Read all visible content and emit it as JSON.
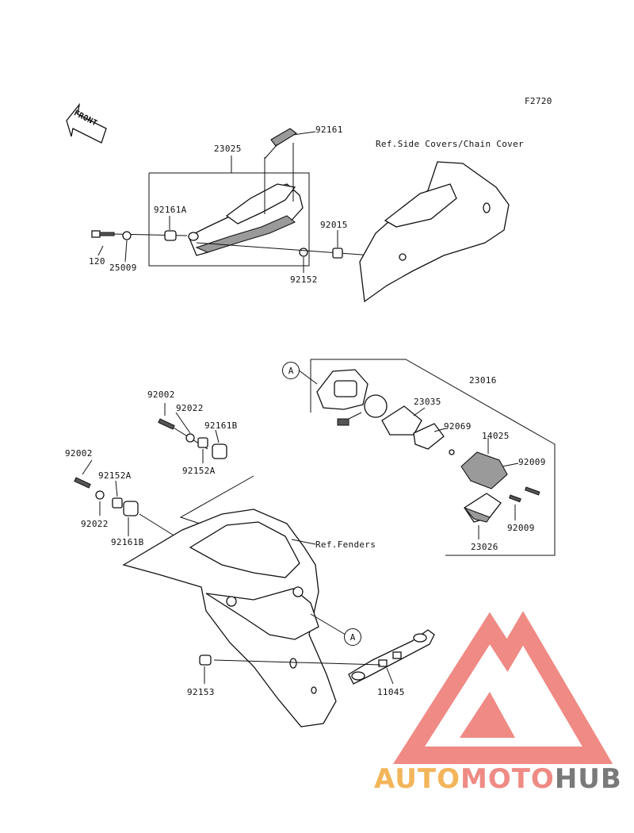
{
  "figure_code": "F2720",
  "front_indicator": "FRONT",
  "refs": {
    "side_covers": "Ref.Side Covers/Chain Cover",
    "fenders": "Ref.Fenders"
  },
  "callout_marker": "A",
  "parts": {
    "p92161": "92161",
    "p23025": "23025",
    "p92161A": "92161A",
    "p92015": "92015",
    "p120": "120",
    "p25009": "25009",
    "p92152": "92152",
    "p23016": "23016",
    "p23035": "23035",
    "p92069": "92069",
    "p14025": "14025",
    "p92009a": "92009",
    "p92009b": "92009",
    "p23026": "23026",
    "p92002a": "92002",
    "p92022a": "92022",
    "p92161B_a": "92161B",
    "p92152A_a": "92152A",
    "p92002b": "92002",
    "p92152A_b": "92152A",
    "p92022b": "92022",
    "p92161B_b": "92161B",
    "p92153": "92153",
    "p11045": "11045"
  },
  "watermark": {
    "part1": "AUTO",
    "part2": "MOTO",
    "part3": "HUB",
    "colors": {
      "auto": "#f3b55a",
      "moto": "#ef8a84",
      "hub": "#7a7a7a",
      "logo": "#ef8a84"
    }
  }
}
